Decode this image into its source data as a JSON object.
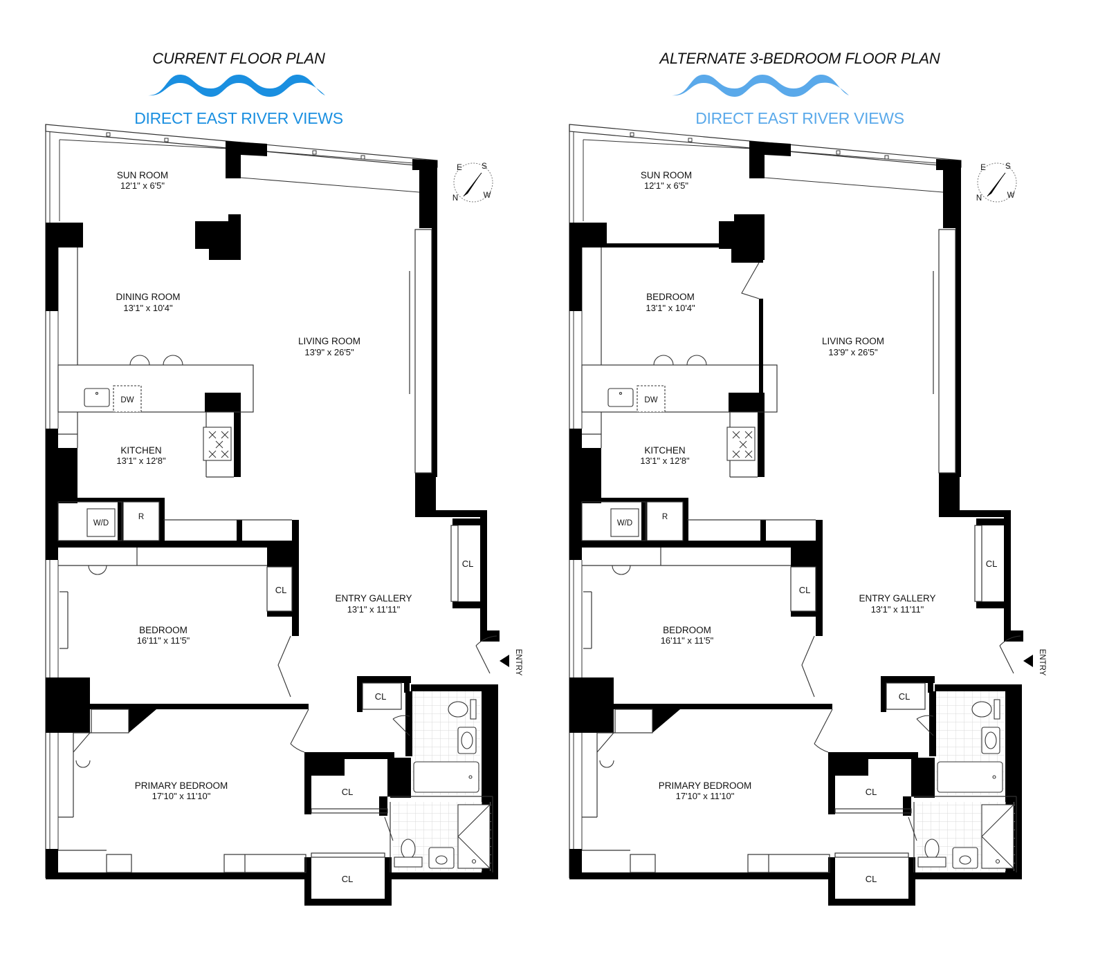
{
  "colors": {
    "wave_current": "#1a8fe0",
    "wave_alternate": "#5aa9ea",
    "views_current": "#1a8fe0",
    "views_alternate": "#5aa9ea",
    "wall": "#000000"
  },
  "plans": [
    {
      "title": "CURRENT FLOOR PLAN",
      "views": "DIRECT EAST RIVER VIEWS",
      "rooms": {
        "sun_room": {
          "name": "SUN ROOM",
          "dim": "12'1\" x 6'5\""
        },
        "dining": {
          "name": "DINING ROOM",
          "dim": "13'1\" x 10'4\""
        },
        "living": {
          "name": "LIVING ROOM",
          "dim": "13'9\" x 26'5\""
        },
        "kitchen": {
          "name": "KITCHEN",
          "dim": "13'1\" x 12'8\""
        },
        "entry_gallery": {
          "name": "ENTRY GALLERY",
          "dim": "13'1\" x 11'11\""
        },
        "bedroom": {
          "name": "BEDROOM",
          "dim": "16'11\" x 11'5\""
        },
        "primary": {
          "name": "PRIMARY BEDROOM",
          "dim": "17'10\" x 11'10\""
        }
      }
    },
    {
      "title": "ALTERNATE 3-BEDROOM FLOOR PLAN",
      "views": "DIRECT EAST RIVER VIEWS",
      "rooms": {
        "sun_room": {
          "name": "SUN ROOM",
          "dim": "12'1\" x 6'5\""
        },
        "dining": {
          "name": "BEDROOM",
          "dim": "13'1\" x 10'4\""
        },
        "living": {
          "name": "LIVING ROOM",
          "dim": "13'9\" x 26'5\""
        },
        "kitchen": {
          "name": "KITCHEN",
          "dim": "13'1\" x 12'8\""
        },
        "entry_gallery": {
          "name": "ENTRY GALLERY",
          "dim": "13'1\" x 11'11\""
        },
        "bedroom": {
          "name": "BEDROOM",
          "dim": "16'11\" x 11'5\""
        },
        "primary": {
          "name": "PRIMARY BEDROOM",
          "dim": "17'10\" x 11'10\""
        }
      }
    }
  ],
  "labels": {
    "dw": "DW",
    "wd": "W/D",
    "r": "R",
    "cl": "CL",
    "entry": "ENTRY",
    "compass": {
      "n": "N",
      "e": "E",
      "s": "S",
      "w": "W"
    }
  }
}
